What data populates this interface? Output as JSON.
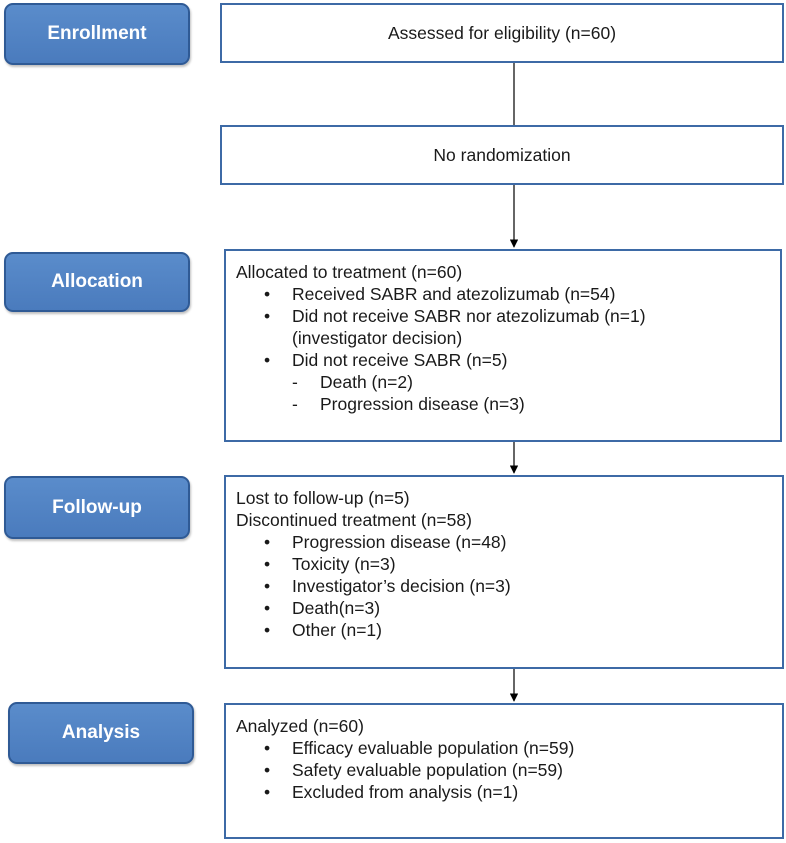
{
  "stages": {
    "enrollment": "Enrollment",
    "allocation": "Allocation",
    "followup": "Follow-up",
    "analysis": "Analysis"
  },
  "enrollment": {
    "assessed": "Assessed for eligibility (n=60)",
    "no_randomization": "No randomization"
  },
  "allocation": {
    "heading": "Allocated to treatment (n=60)",
    "items": [
      "Received SABR and atezolizumab (n=54)",
      "Did not receive SABR nor atezolizumab (n=1)",
      "Did not receive SABR (n=5)"
    ],
    "item1_continuation": "(investigator decision)",
    "subitems": [
      "Death (n=2)",
      "Progression disease (n=3)"
    ]
  },
  "followup": {
    "lost": "Lost to follow-up (n=5)",
    "discontinued": "Discontinued treatment (n=58)",
    "items": [
      "Progression disease (n=48)",
      "Toxicity (n=3)",
      "Investigator’s decision (n=3)",
      "Death(n=3)",
      "Other (n=1)"
    ]
  },
  "analysis": {
    "heading": "Analyzed (n=60)",
    "items": [
      "Efficacy evaluable population (n=59)",
      "Safety evaluable population (n=59)",
      "Excluded from analysis (n=1)"
    ]
  },
  "bullet_glyph": "•",
  "dash_glyph": "-",
  "colors": {
    "label_fill": "#4f82c4",
    "label_border": "#2f5a95",
    "box_border": "#3d6aa6",
    "arrow": "#000000"
  }
}
